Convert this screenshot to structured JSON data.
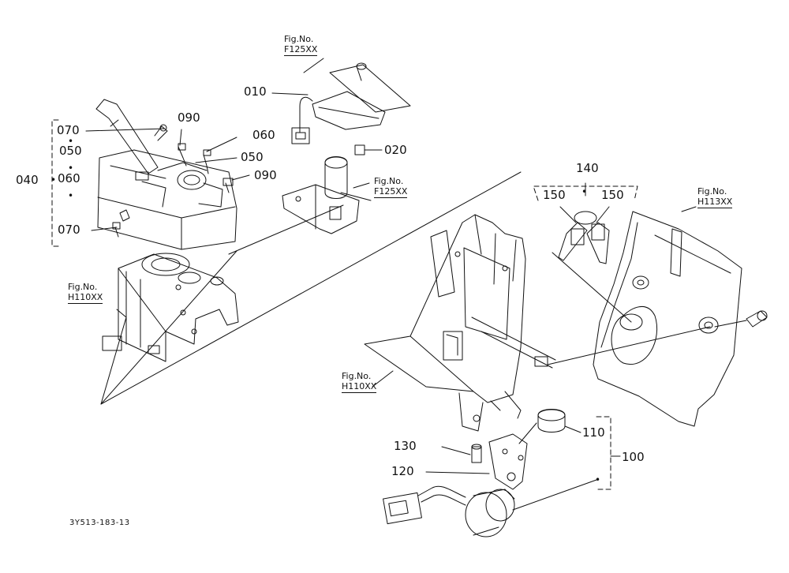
{
  "part_labels": {
    "p010": "010",
    "p020": "020",
    "p040": "040",
    "p050a": "050",
    "p050b": "050",
    "p060a": "060",
    "p060b": "060",
    "p070a": "070",
    "p070b": "070",
    "p090a": "090",
    "p090b": "090",
    "p100": "100",
    "p110": "110",
    "p120": "120",
    "p130": "130",
    "p140": "140",
    "p150a": "150",
    "p150b": "150"
  },
  "fig_refs": {
    "f125_top": {
      "caption": "Fig.No.",
      "number": "F125XX"
    },
    "f125_mid": {
      "caption": "Fig.No.",
      "number": "F125XX"
    },
    "h110_left": {
      "caption": "Fig.No.",
      "number": "H110XX"
    },
    "h110_center": {
      "caption": "Fig.No.",
      "number": "H110XX"
    },
    "h113": {
      "caption": "Fig.No.",
      "number": "H113XX"
    }
  },
  "drawing_code": "3Y513-183-13"
}
